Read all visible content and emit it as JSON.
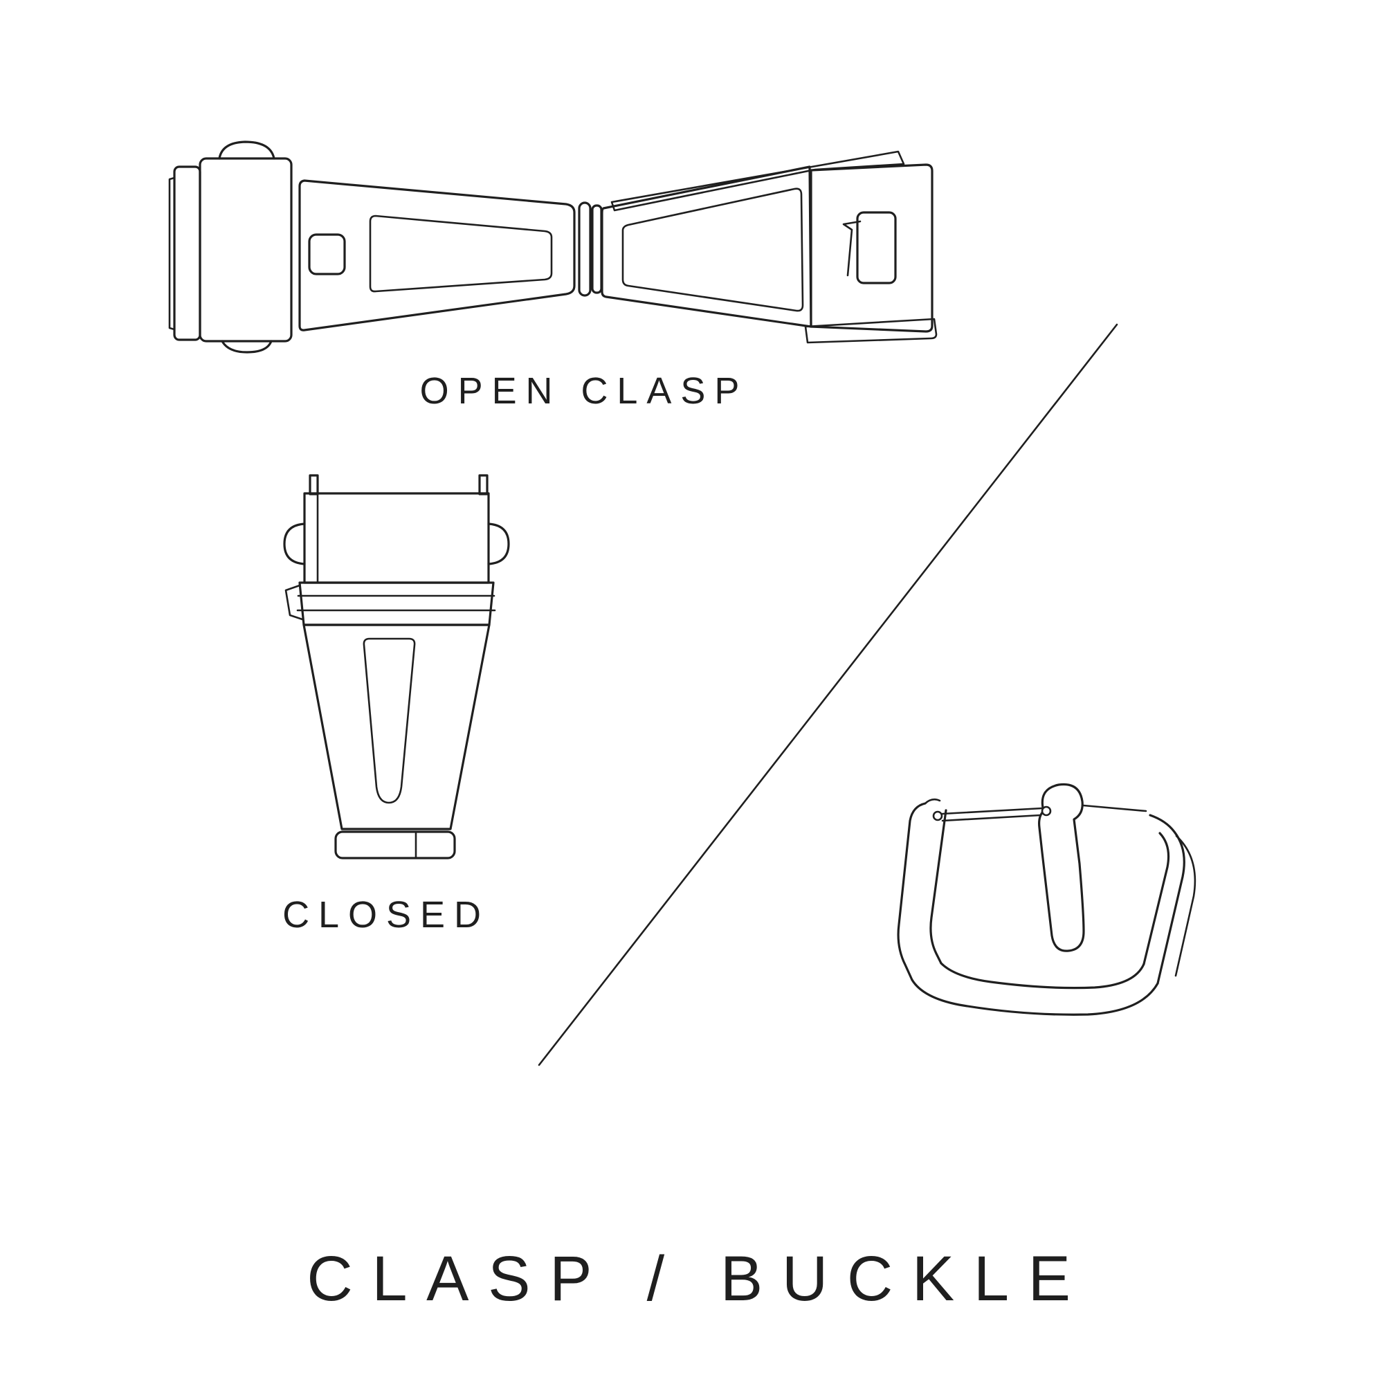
{
  "page": {
    "background": "#ffffff",
    "line_color": "#1f1f1f",
    "text_color": "#1f1f1f",
    "title": "CLASP / BUCKLE"
  },
  "labels": {
    "open_clasp": "OPEN CLASP",
    "closed": "CLOSED"
  },
  "icons": {
    "open_clasp_illustration": "open-butterfly-clasp-line-drawing",
    "closed_clasp_illustration": "closed-clasp-line-drawing",
    "buckle_illustration": "tang-buckle-line-drawing",
    "divider": "diagonal-divider-line"
  }
}
